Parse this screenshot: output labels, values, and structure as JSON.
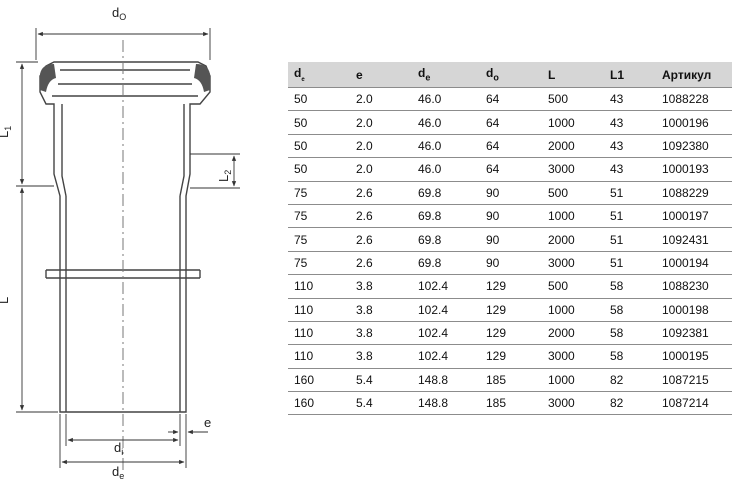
{
  "drawing": {
    "labels": {
      "do_main": "d",
      "do_sub": "O",
      "l1_main": "L",
      "l1_sub": "1",
      "l2_main": "L",
      "l2_sub": "2",
      "l": "L",
      "e": "e",
      "di_main": "d",
      "di_sub": "i",
      "de_main": "d",
      "de_sub": "e"
    }
  },
  "table": {
    "headers": [
      {
        "main": "d",
        "sub": "ₑ"
      },
      {
        "main": "e",
        "sub": ""
      },
      {
        "main": "d",
        "sub": "e"
      },
      {
        "main": "d",
        "sub": "o"
      },
      {
        "main": "L",
        "sub": ""
      },
      {
        "main": "L1",
        "sub": ""
      },
      {
        "main": "Артикул",
        "sub": ""
      }
    ],
    "rows": [
      [
        "50",
        "2.0",
        "46.0",
        "64",
        "500",
        "43",
        "1088228"
      ],
      [
        "50",
        "2.0",
        "46.0",
        "64",
        "1000",
        "43",
        "1000196"
      ],
      [
        "50",
        "2.0",
        "46.0",
        "64",
        "2000",
        "43",
        "1092380"
      ],
      [
        "50",
        "2.0",
        "46.0",
        "64",
        "3000",
        "43",
        "1000193"
      ],
      [
        "75",
        "2.6",
        "69.8",
        "90",
        "500",
        "51",
        "1088229"
      ],
      [
        "75",
        "2.6",
        "69.8",
        "90",
        "1000",
        "51",
        "1000197"
      ],
      [
        "75",
        "2.6",
        "69.8",
        "90",
        "2000",
        "51",
        "1092431"
      ],
      [
        "75",
        "2.6",
        "69.8",
        "90",
        "3000",
        "51",
        "1000194"
      ],
      [
        "110",
        "3.8",
        "102.4",
        "129",
        "500",
        "58",
        "1088230"
      ],
      [
        "110",
        "3.8",
        "102.4",
        "129",
        "1000",
        "58",
        "1000198"
      ],
      [
        "110",
        "3.8",
        "102.4",
        "129",
        "2000",
        "58",
        "1092381"
      ],
      [
        "110",
        "3.8",
        "102.4",
        "129",
        "3000",
        "58",
        "1000195"
      ],
      [
        "160",
        "5.4",
        "148.8",
        "185",
        "1000",
        "82",
        "1087215"
      ],
      [
        "160",
        "5.4",
        "148.8",
        "185",
        "3000",
        "82",
        "1087214"
      ]
    ]
  }
}
